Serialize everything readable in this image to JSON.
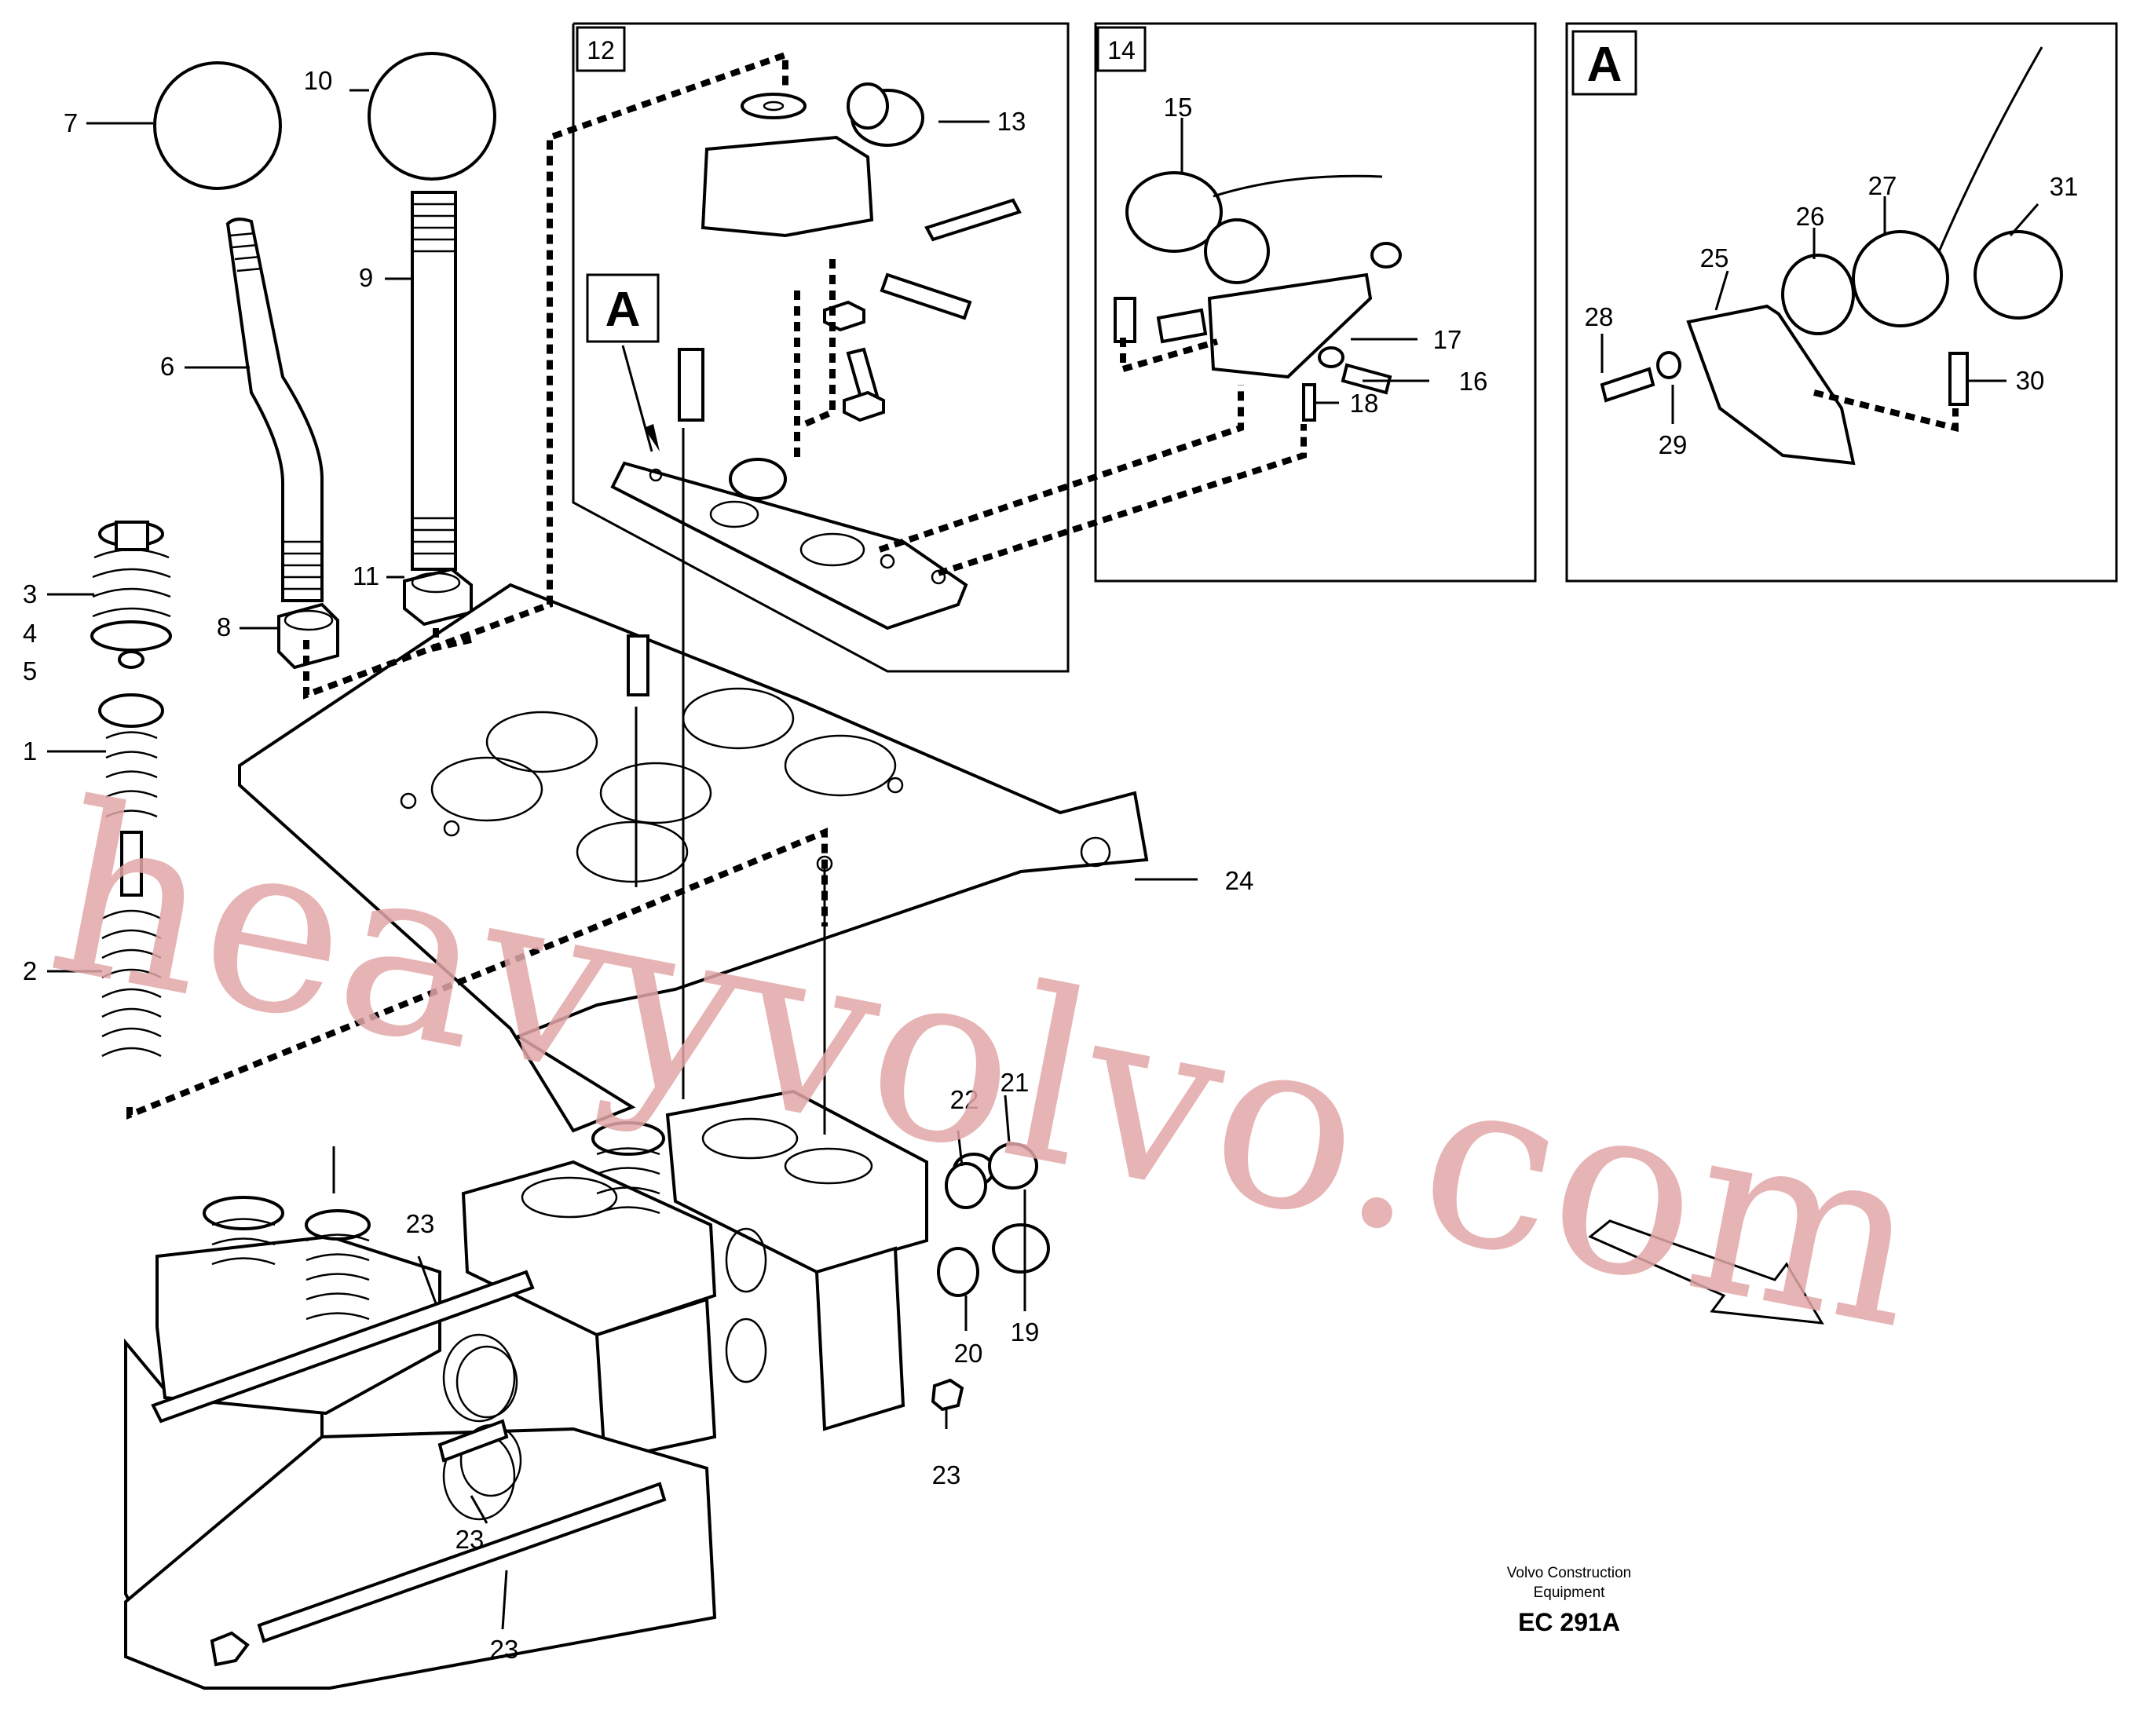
{
  "diagram": {
    "section_boxes": {
      "box12": "12",
      "box14": "14",
      "boxA": "A"
    },
    "view_marker": "A",
    "callouts": [
      "1",
      "2",
      "3",
      "4",
      "5",
      "6",
      "7",
      "8",
      "9",
      "10",
      "11",
      "13",
      "15",
      "16",
      "17",
      "18",
      "19",
      "20",
      "21",
      "22",
      "23",
      "23",
      "23",
      "23",
      "24",
      "25",
      "26",
      "27",
      "28",
      "29",
      "30",
      "31"
    ],
    "watermark": "heavyvolvo.com",
    "footer": {
      "line1": "Volvo Construction",
      "line2": "Equipment",
      "code": "EC 291A"
    }
  }
}
